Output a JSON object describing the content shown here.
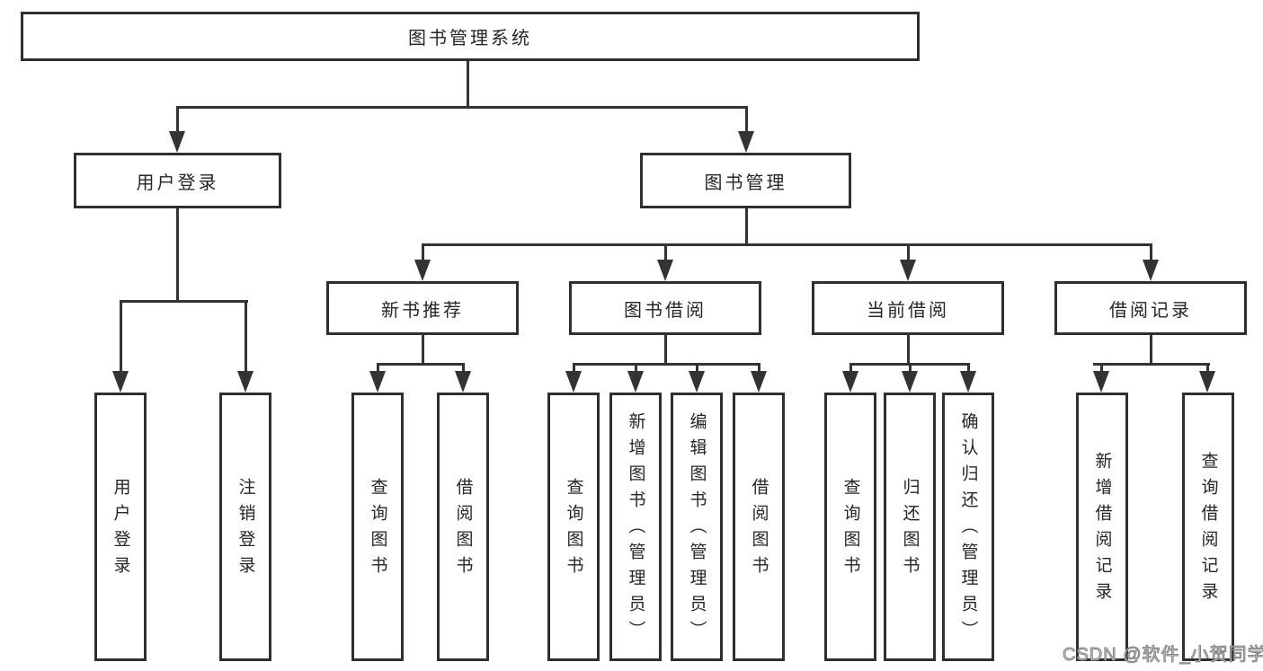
{
  "diagram": {
    "root": "图书管理系统",
    "level2": [
      "用户登录",
      "图书管理"
    ],
    "level3": [
      "新书推荐",
      "图书借阅",
      "当前借阅",
      "借阅记录"
    ],
    "leaves": {
      "user_login": [
        "用户登录",
        "注销登录"
      ],
      "new_book": [
        "查询图书",
        "借阅图书"
      ],
      "book_borrow": [
        "查询图书",
        "新增图书（管理员）",
        "编辑图书（管理员）",
        "借阅图书"
      ],
      "current_borrow": [
        "查询图书",
        "归还图书",
        "确认归还（管理员）"
      ],
      "borrow_records": [
        "新增借阅记录",
        "查询借阅记录"
      ]
    }
  },
  "watermark": "CSDN @软件_小贺同学",
  "colors": {
    "line": "#333333",
    "box_border": "#2f2f2f",
    "box_bg": "#ffffff",
    "text": "#262626",
    "watermark": "#8f8f8f"
  }
}
